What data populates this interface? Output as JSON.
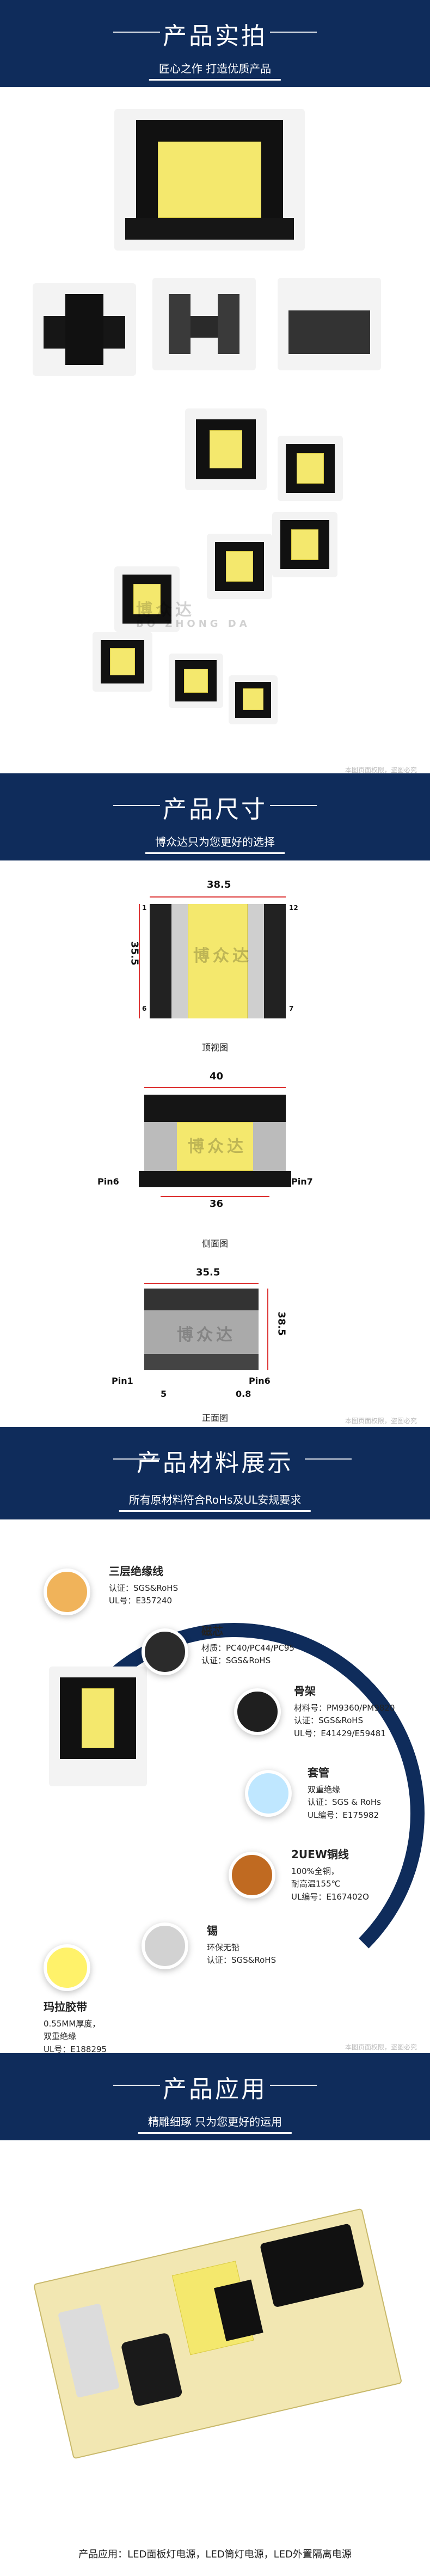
{
  "sections": {
    "photos": {
      "title": "产品实拍",
      "subtitle": "匠心之作 打造优质产品",
      "watermark_small": "本图页面权限，盗图必究"
    },
    "dimensions": {
      "title": "产品尺寸",
      "subtitle": "博众达只为您更好的选择",
      "watermark_small": "本图页面权限，盗图必究",
      "top": {
        "caption": "顶视图",
        "w": "38.5",
        "h": "35.5",
        "p12": "12",
        "p1": "1",
        "p7": "7",
        "p6": "6"
      },
      "side": {
        "caption": "侧面图",
        "w": "40",
        "bottom": "36",
        "pin6": "Pin6",
        "pin7": "Pin7"
      },
      "front": {
        "caption": "正面图",
        "w": "35.5",
        "h": "38.5",
        "pin1": "Pin1",
        "pin6": "Pin6",
        "l": "5",
        "r": "0.8"
      }
    },
    "materials": {
      "title": "产品材料展示",
      "subtitle": "所有原材料符合RoHs及UL安规要求",
      "watermark_small": "本图页面权限，盗图必究",
      "items": {
        "wire3": {
          "h": "三层绝缘线",
          "l1": "认证：SGS&RoHS",
          "l2": "UL号：E357240"
        },
        "core": {
          "h": "磁芯",
          "l1": "材质：PC40/PC44/PC95",
          "l2": "认证：SGS&RoHS"
        },
        "bobbin": {
          "h": "骨架",
          "l1": "材料号：PM9360/PM9820",
          "l2": "认证：SGS&RoHS",
          "l3": "UL号：E41429/E59481"
        },
        "sleeve": {
          "h": "套管",
          "l1": "双重绝缘",
          "l2": "认证：SGS & RoHs",
          "l3": "UL编号：E175982"
        },
        "uew": {
          "h": "2UEW铜线",
          "l1": "100%全铜，",
          "l2": "耐高温155℃",
          "l3": "UL编号：E167402O"
        },
        "tin": {
          "h": "锡",
          "l1": "环保无铅",
          "l2": "认证：SGS&RoHS"
        },
        "tape": {
          "h": "玛拉胶带",
          "l1": "0.55MM厚度，",
          "l2": "双重绝缘",
          "l3": "UL号：E188295"
        }
      }
    },
    "application": {
      "title": "产品应用",
      "subtitle": "精雕细琢 只为您更好的运用",
      "text": "产品应用：LED面板灯电源，LED筒灯电源，LED外置隔离电源"
    }
  },
  "brand": {
    "cn": "博众达",
    "en": "BO ZHONG DA"
  },
  "colors": {
    "navy": "#0f2c5b",
    "yellow": "#f4e86d"
  }
}
